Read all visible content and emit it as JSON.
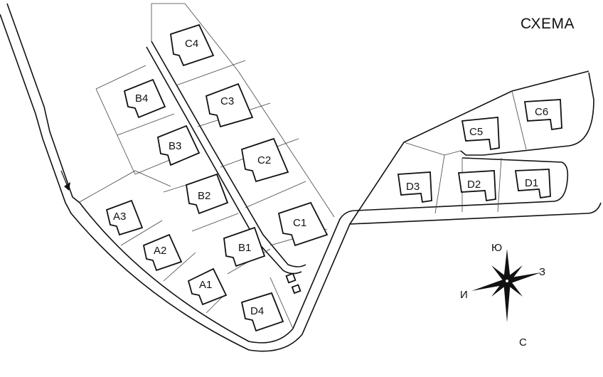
{
  "title": "СХЕМА",
  "plots": {
    "A1": "A1",
    "A2": "A2",
    "A3": "A3",
    "B1": "B1",
    "B2": "B2",
    "B3": "B3",
    "B4": "B4",
    "C1": "C1",
    "C2": "C2",
    "C3": "C3",
    "C4": "C4",
    "C5": "C5",
    "C6": "C6",
    "D1": "D1",
    "D2": "D2",
    "D3": "D3",
    "D4": "D4"
  },
  "compass": {
    "south": "Ю",
    "east": "З",
    "west": "И",
    "north": "С"
  }
}
